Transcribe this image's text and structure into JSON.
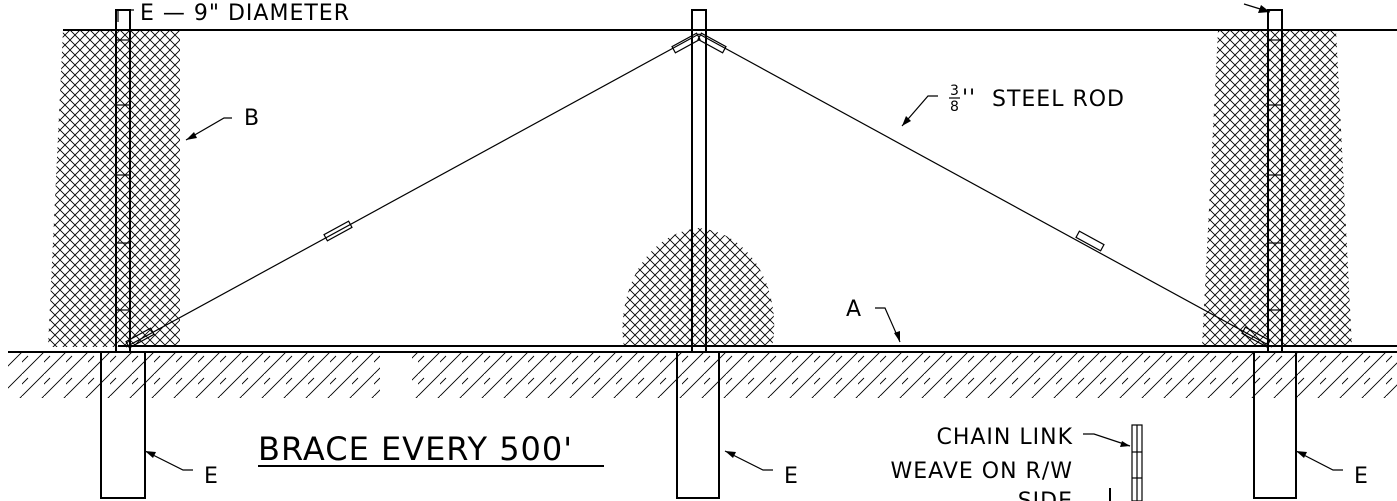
{
  "labels": {
    "top_left": "E — 9\" DIAMETER",
    "steel_rod": "STEEL ROD",
    "steel_rod_fraction_num": "3",
    "steel_rod_fraction_den": "8",
    "steel_rod_marks": "''",
    "b": "B",
    "a": "A",
    "e_left": "E",
    "e_center": "E",
    "e_right": "E",
    "title": "BRACE EVERY 500'",
    "chain_link_1": "CHAIN LINK",
    "chain_link_2": "WEAVE ON R/W",
    "chain_link_3": "SIDE"
  }
}
